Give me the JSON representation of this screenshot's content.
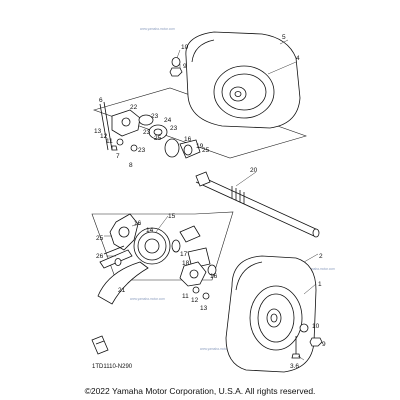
{
  "diagram": {
    "callouts": {
      "c1": "1",
      "c2": "2",
      "c4": "4",
      "c5": "5",
      "c6": "6",
      "c7": "7",
      "c8": "8",
      "c9": "9",
      "c10": "10",
      "c11": "11",
      "c12": "12",
      "c13": "13",
      "c14": "14",
      "c15": "15",
      "c16": "16",
      "c17": "17",
      "c18": "18",
      "c19": "19",
      "c20": "20",
      "c21": "21",
      "c22": "22",
      "c23": "23",
      "c24": "24",
      "c25": "25",
      "c26": "26",
      "c36": "3.6"
    },
    "diagram_code": "1TD1110-N290",
    "watermark_text": "www.yamaha-motor.com"
  },
  "footer": {
    "copyright": "©2022 Yamaha Motor Corporation, U.S.A. All rights reserved."
  }
}
